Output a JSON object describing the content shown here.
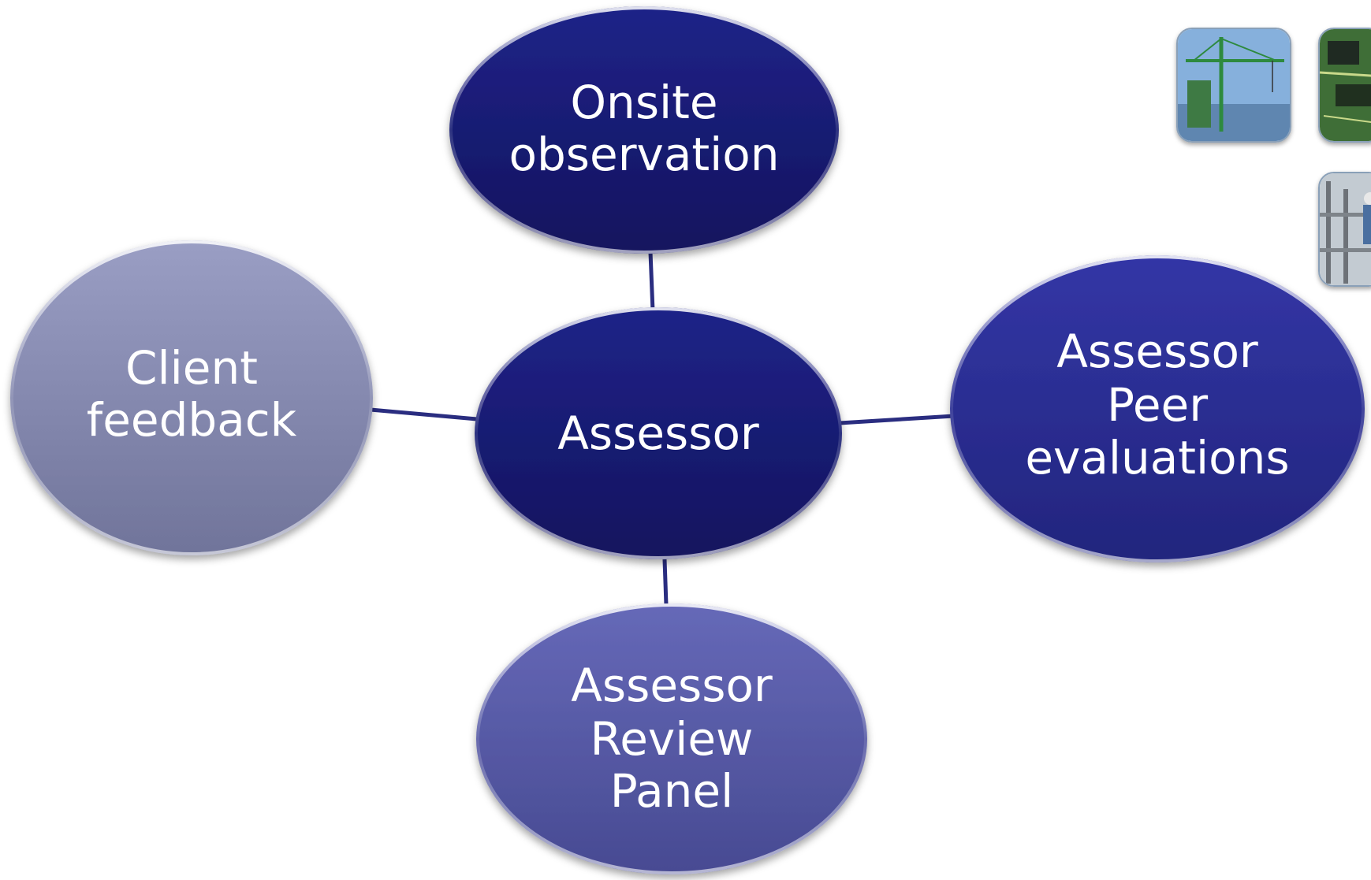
{
  "diagram": {
    "center": {
      "label": "Assessor",
      "color": "#15186e"
    },
    "nodes": [
      {
        "id": "onsite",
        "lines": [
          "Onsite",
          "observation"
        ],
        "color": "#15186e"
      },
      {
        "id": "client",
        "lines": [
          "Client",
          "feedback"
        ],
        "color": "#858aad"
      },
      {
        "id": "peer",
        "lines": [
          "Assessor",
          "Peer",
          "evaluations"
        ],
        "color": "#2a2d96"
      },
      {
        "id": "review",
        "lines": [
          "Assessor",
          "Review",
          "Panel"
        ],
        "color": "#5558a6"
      }
    ],
    "connector_color": "#2a2d80"
  },
  "thumbnails": [
    {
      "name": "crane-construction-photo",
      "color": "#7fa8d6"
    },
    {
      "name": "circuit-board-photo",
      "color": "#3d6b34"
    },
    {
      "name": "industrial-worker-photo",
      "color": "#b9c2c9"
    }
  ]
}
